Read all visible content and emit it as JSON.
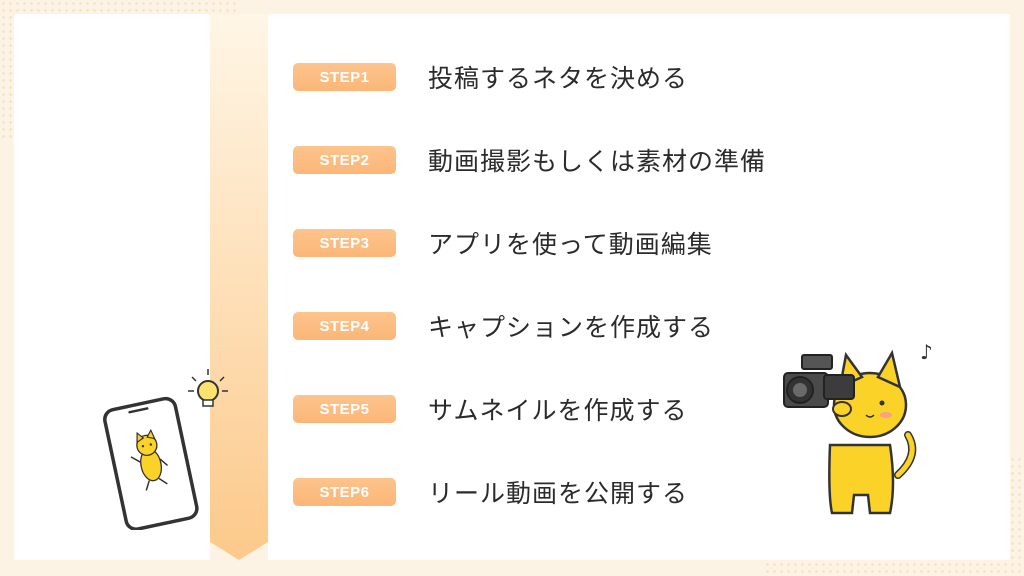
{
  "steps": [
    {
      "badge": "STEP1",
      "text": "投稿するネタを決める"
    },
    {
      "badge": "STEP2",
      "text": "動画撮影もしくは素材の準備"
    },
    {
      "badge": "STEP3",
      "text": "アプリを使って動画編集"
    },
    {
      "badge": "STEP4",
      "text": "キャプションを作成する"
    },
    {
      "badge": "STEP5",
      "text": "サムネイルを作成する"
    },
    {
      "badge": "STEP6",
      "text": "リール動画を公開する"
    }
  ],
  "colors": {
    "background": "#fdf3e4",
    "badge": "#fbb678",
    "arrow_top": "#fff6e6",
    "arrow_bottom": "#fcc98a",
    "cat": "#fbd227"
  },
  "illustrations": {
    "left": "phone-with-dancing-cat-and-lightbulb",
    "right": "cat-holding-video-camera-with-music-note"
  }
}
